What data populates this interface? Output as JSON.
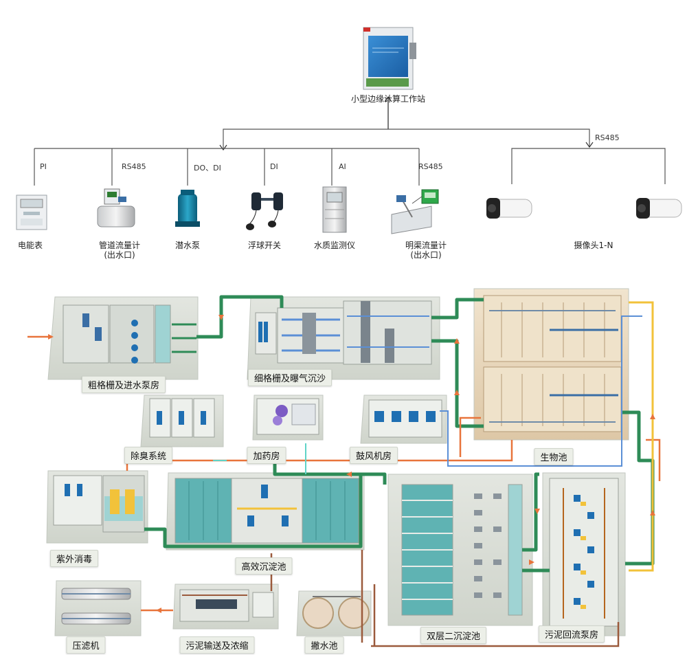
{
  "top": {
    "workstation_label": "小型边缘计算工作站",
    "rs485_right": "RS485"
  },
  "protocols": [
    {
      "key": "pi",
      "text": "PI"
    },
    {
      "key": "rs485a",
      "text": "RS485"
    },
    {
      "key": "dodi",
      "text": "DO、DI"
    },
    {
      "key": "di",
      "text": "DI"
    },
    {
      "key": "ai",
      "text": "AI"
    },
    {
      "key": "rs485b",
      "text": "RS485"
    }
  ],
  "devices": {
    "meter": "电能表",
    "pipe_flow": "管道流量计",
    "pipe_flow_sub": "(出水口)",
    "pump": "潜水泵",
    "float": "浮球开关",
    "quality": "水质监测仪",
    "channel_flow": "明渠流量计",
    "channel_flow_sub": "(出水口)",
    "camera": "摄像头1-N"
  },
  "plant": {
    "coarse": "粗格栅及进水泵房",
    "fine": "细格栅及曝气沉沙",
    "bio": "生物池",
    "deodor": "除臭系统",
    "dosing": "加药房",
    "blower": "鼓风机房",
    "uv": "紫外消毒",
    "hd": "高效沉淀池",
    "sec": "双层二沉淀池",
    "sludge_return": "污泥回流泵房",
    "press": "压滤机",
    "thicken": "污泥输送及浓缩",
    "drain": "撇水池"
  },
  "colors": {
    "green_pipe": "#2e8b57",
    "orange_pipe": "#e8743b",
    "blue_pipe": "#5b8fd6",
    "yellow_pipe": "#f2c23a",
    "brown_pipe": "#9b5a3c",
    "cyan_pipe": "#5fd3c7",
    "water": "#5fb3b3",
    "wall": "#e6e6e6",
    "floor": "#cdd3c8",
    "bio_floor": "#e8d9c0"
  }
}
